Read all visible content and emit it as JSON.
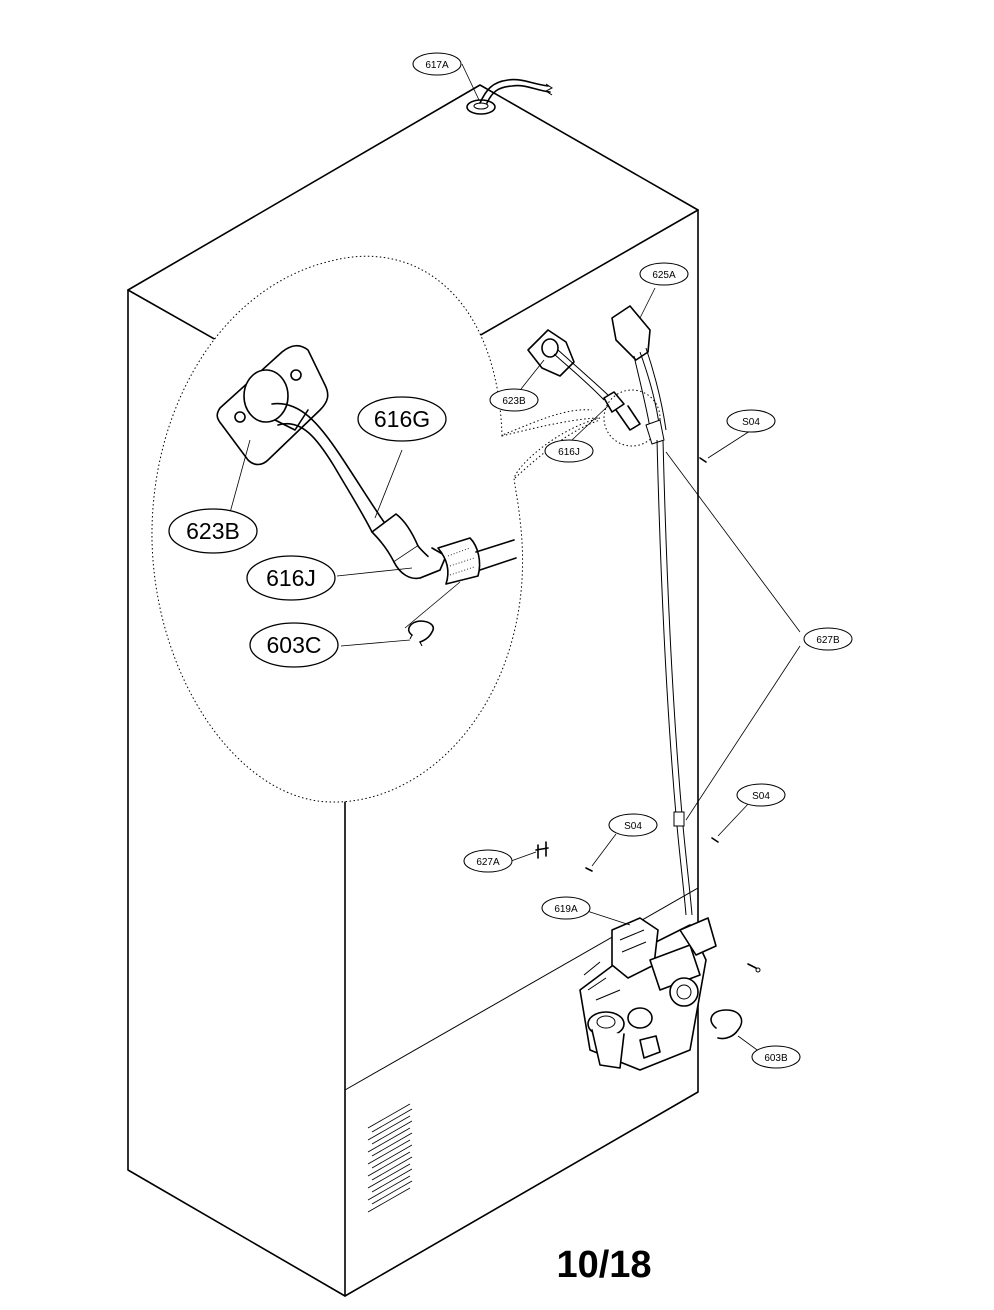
{
  "callouts": {
    "c617A": "617A",
    "c625A": "625A",
    "c623B_small": "623B",
    "c616J_small": "616J",
    "cS04_top": "S04",
    "c627B": "627B",
    "cS04_right": "S04",
    "cS04_mid": "S04",
    "c627A": "627A",
    "c619A": "619A",
    "c603B": "603B",
    "c616G": "616G",
    "c623B_large": "623B",
    "c616J_large": "616J",
    "c603C": "603C"
  },
  "page_number": "10/18"
}
